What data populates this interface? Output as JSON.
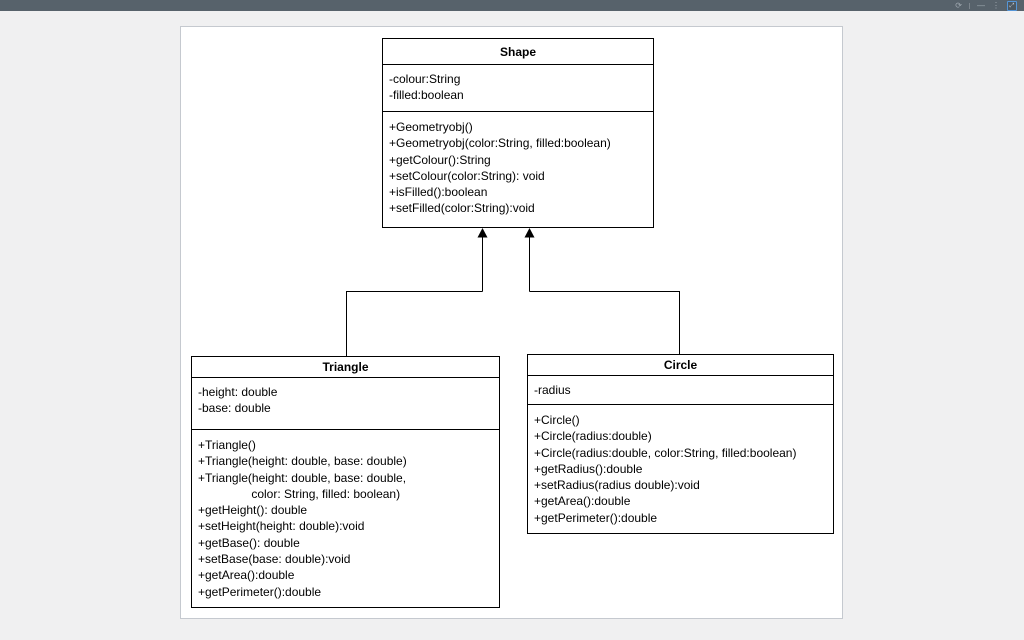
{
  "toolbar": {
    "refresh_icon_glyph": "⟳",
    "dash_icon_glyph": "—",
    "info_icon_glyph": "⋮",
    "expand_icon_glyph": "⤢"
  },
  "colors": {
    "topbar_bg": "#57626b",
    "page_bg": "#f0f0f1",
    "canvas_bg": "#ffffff",
    "expand_icon_border": "#5596d8",
    "diagram_line": "#000000"
  },
  "diagram": {
    "classes": [
      {
        "name": "Shape",
        "attributes": [
          "-colour:String",
          "-filled:boolean"
        ],
        "methods": [
          "+Geometryobj()",
          "+Geometryobj(color:String, filled:boolean)",
          "+getColour():String",
          "+setColour(color:String): void",
          "+isFilled():boolean",
          "+setFilled(color:String):void"
        ]
      },
      {
        "name": "Triangle",
        "attributes": [
          "-height: double",
          "-base: double"
        ],
        "methods": [
          "+Triangle()",
          "+Triangle(height: double, base: double)",
          "+Triangle(height: double, base: double,",
          "                color: String, filled: boolean)",
          "+getHeight(): double",
          "+setHeight(height: double):void",
          "+getBase(): double",
          "+setBase(base: double):void",
          "+getArea():double",
          "+getPerimeter():double"
        ]
      },
      {
        "name": "Circle",
        "attributes": [
          "-radius"
        ],
        "methods": [
          "+Circle()",
          "+Circle(radius:double)",
          "+Circle(radius:double, color:String, filled:boolean)",
          "+getRadius():double",
          "+setRadius(radius double):void",
          "+getArea():double",
          "+getPerimeter():double"
        ]
      }
    ]
  }
}
